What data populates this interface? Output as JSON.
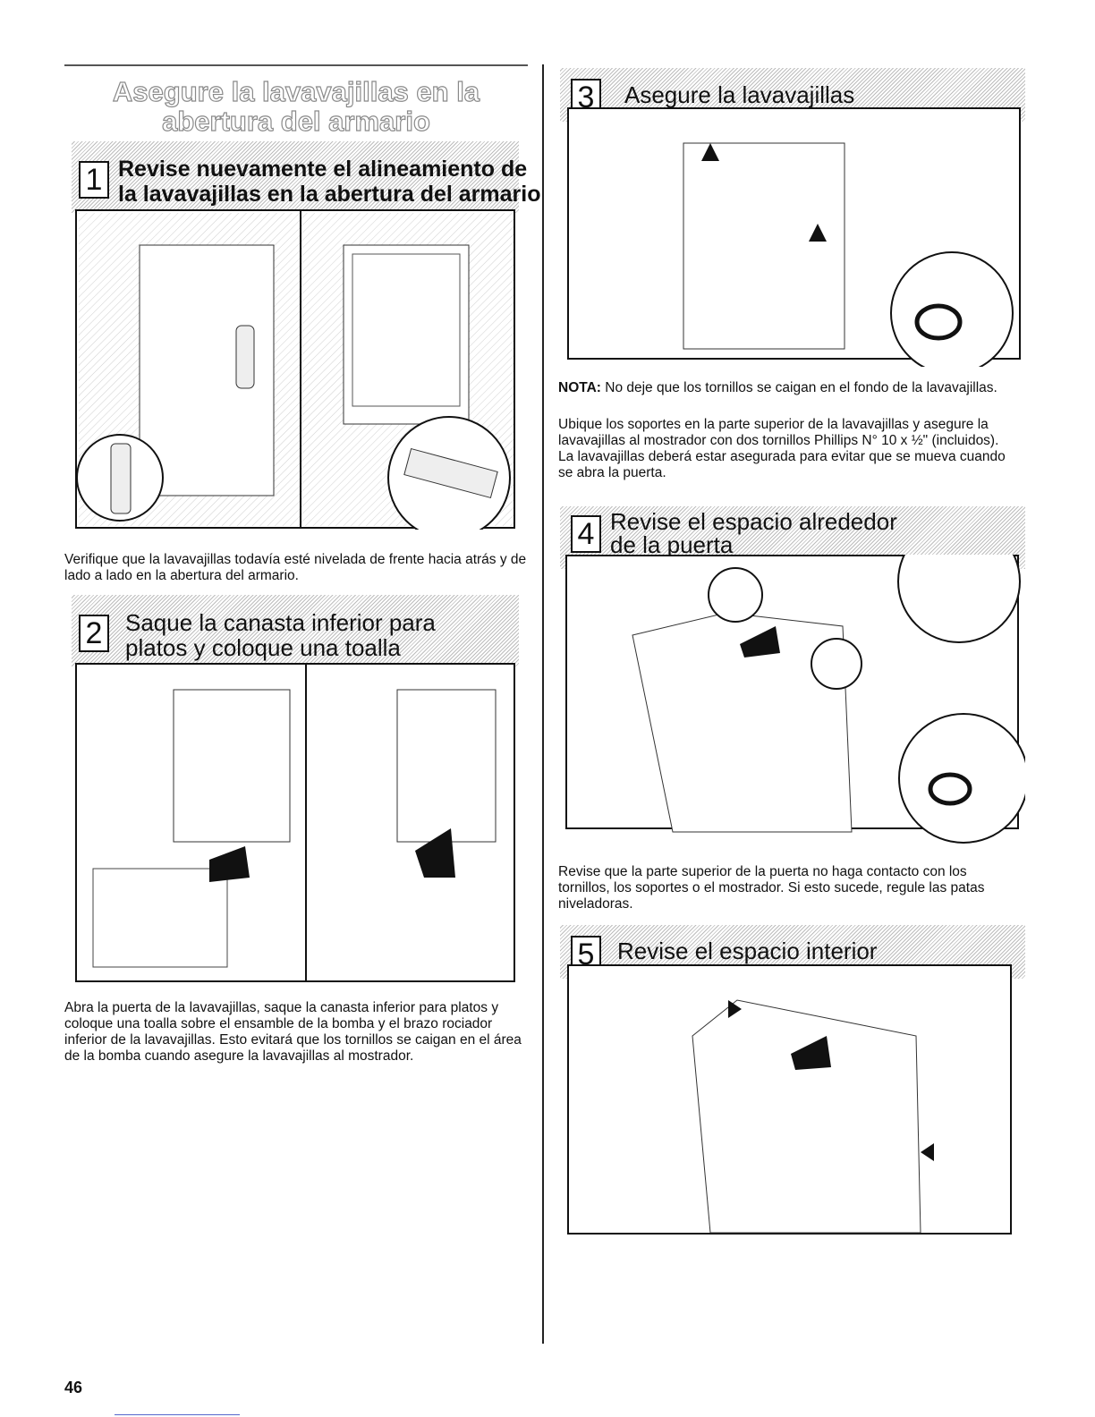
{
  "section_title_line1": "Asegure la lavavajillas en la",
  "section_title_line2": "abertura del armario",
  "steps": [
    {
      "num": "1",
      "title_line1": "Revise nuevamente el alineamiento de",
      "title_line2": "la lavavajillas en la abertura del armario",
      "text": "Verifique que la lavavajillas todavía esté nivelada de frente hacia atrás y de lado a lado en la abertura del armario."
    },
    {
      "num": "2",
      "title_line1": "Saque la canasta inferior para",
      "title_line2": "platos y coloque una toalla",
      "text": "Abra la puerta de la lavavajillas, saque la canasta inferior para platos y coloque una toalla sobre el ensamble de la bomba y el brazo rociador inferior de la lavavajillas. Esto evitará que los tornillos se caigan en el área de la bomba cuando asegure la lavavajillas al mostrador."
    },
    {
      "num": "3",
      "title_line1": "Asegure la lavavajillas",
      "title_line2": "",
      "note_label": "NOTA:",
      "note_text": " No deje que los tornillos se caigan en el fondo de la lavavajillas.",
      "text": "Ubique los soportes en la parte superior de la lavavajillas y asegure la lavavajillas al mostrador con dos tornillos Phillips N° 10 x ½\" (incluidos). La lavavajillas deberá estar asegurada para evitar que se mueva cuando se abra la puerta."
    },
    {
      "num": "4",
      "title_line1": "Revise el espacio alrededor",
      "title_line2": "de la puerta",
      "text": "Revise que la parte superior de la puerta no haga contacto con los tornillos, los soportes o el mostrador. Si esto sucede, regule las patas niveladoras."
    },
    {
      "num": "5",
      "title_line1": "Revise el espacio interior",
      "title_line2": ""
    }
  ],
  "page_number": "46"
}
